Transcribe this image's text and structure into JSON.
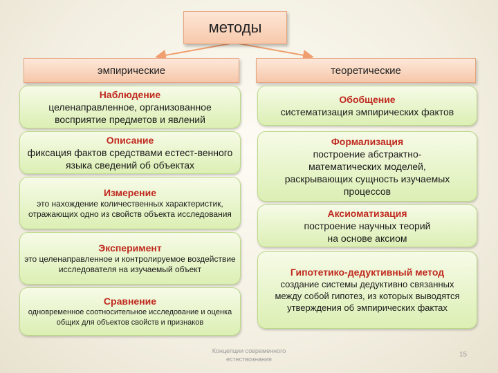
{
  "root": "методы",
  "left_header": "эмпирические",
  "right_header": "теоретические",
  "empirical": [
    {
      "title": "Наблюдение",
      "text": "целенаправленное, организованное восприятие предметов и явлений"
    },
    {
      "title": "Описание",
      "text": "фиксация фактов средствами естест-венного языка сведений об объектах"
    },
    {
      "title": "Измерение",
      "text": "это нахождение количественных характеристик, отражающих одно из свойств объекта исследования"
    },
    {
      "title": "Эксперимент",
      "text": "это целенаправленное и контролируемое воздействие исследователя на изучаемый объект"
    },
    {
      "title": "Сравнение",
      "text": "одновременное соотносительное исследование и оценка общих для объектов свойств и признаков"
    }
  ],
  "theoretical": [
    {
      "title": "Обобщение",
      "text": "систематизация эмпирических фактов"
    },
    {
      "title": "Формализация",
      "text": "построение абстрактно-математических моделей, раскрывающих сущность изучаемых процессов"
    },
    {
      "title": "Аксиоматизация",
      "text": "построение научных теорий на основе аксиом"
    },
    {
      "title": "Гипотетико-дедуктивный метод",
      "text": "создание системы дедуктивно связанных между собой гипотез, из которых выводятся утверждения об эмпирических фактах"
    }
  ],
  "footer": "Концепции современного естествознания",
  "page_number": "15",
  "colors": {
    "title_red": "#c0281e",
    "item_green": "#dcefb4",
    "header_peach": "#f6c7a9",
    "arrow": "#f0a070"
  }
}
